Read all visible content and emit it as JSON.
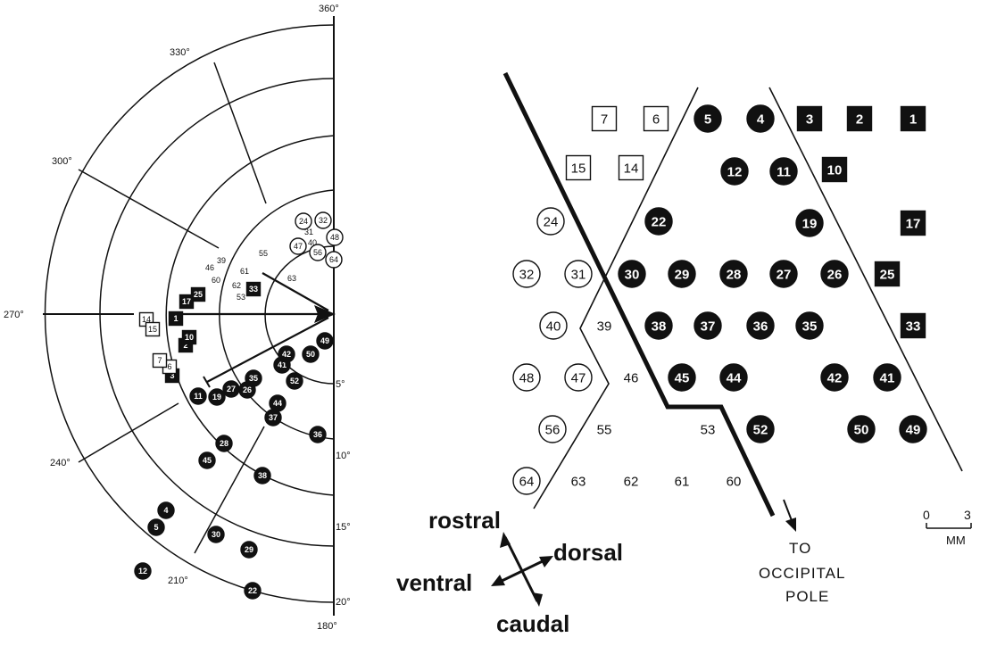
{
  "polar_plot": {
    "angle_labels": [
      "360°",
      "330°",
      "300°",
      "270°",
      "240°",
      "210°",
      "180°"
    ],
    "eccentricity_labels": [
      "5°",
      "10°",
      "15°",
      "20°"
    ],
    "points": [
      {
        "id": "1",
        "type": "filled-square"
      },
      {
        "id": "2",
        "type": "filled-square"
      },
      {
        "id": "3",
        "type": "filled-square"
      },
      {
        "id": "4",
        "type": "filled-circle"
      },
      {
        "id": "5",
        "type": "filled-circle"
      },
      {
        "id": "6",
        "type": "open-square"
      },
      {
        "id": "7",
        "type": "open-square"
      },
      {
        "id": "10",
        "type": "filled-square"
      },
      {
        "id": "11",
        "type": "filled-circle"
      },
      {
        "id": "12",
        "type": "filled-circle"
      },
      {
        "id": "14",
        "type": "open-square"
      },
      {
        "id": "15",
        "type": "open-square"
      },
      {
        "id": "17",
        "type": "filled-square"
      },
      {
        "id": "19",
        "type": "filled-circle"
      },
      {
        "id": "22",
        "type": "filled-circle"
      },
      {
        "id": "24",
        "type": "open-circle"
      },
      {
        "id": "25",
        "type": "filled-square"
      },
      {
        "id": "26",
        "type": "filled-circle"
      },
      {
        "id": "27",
        "type": "filled-circle"
      },
      {
        "id": "28",
        "type": "filled-circle"
      },
      {
        "id": "29",
        "type": "filled-circle"
      },
      {
        "id": "30",
        "type": "filled-circle"
      },
      {
        "id": "31",
        "type": "plain"
      },
      {
        "id": "32",
        "type": "open-circle"
      },
      {
        "id": "33",
        "type": "filled-square"
      },
      {
        "id": "35",
        "type": "filled-circle"
      },
      {
        "id": "36",
        "type": "filled-circle"
      },
      {
        "id": "37",
        "type": "filled-circle"
      },
      {
        "id": "38",
        "type": "filled-circle"
      },
      {
        "id": "39",
        "type": "plain"
      },
      {
        "id": "40",
        "type": "plain"
      },
      {
        "id": "41",
        "type": "filled-circle"
      },
      {
        "id": "42",
        "type": "filled-circle"
      },
      {
        "id": "44",
        "type": "filled-circle"
      },
      {
        "id": "45",
        "type": "filled-circle"
      },
      {
        "id": "46",
        "type": "plain"
      },
      {
        "id": "47",
        "type": "open-circle"
      },
      {
        "id": "48",
        "type": "open-circle"
      },
      {
        "id": "49",
        "type": "filled-circle"
      },
      {
        "id": "50",
        "type": "filled-circle"
      },
      {
        "id": "52",
        "type": "filled-circle"
      },
      {
        "id": "53",
        "type": "plain"
      },
      {
        "id": "55",
        "type": "plain"
      },
      {
        "id": "56",
        "type": "open-circle"
      },
      {
        "id": "60",
        "type": "plain"
      },
      {
        "id": "61",
        "type": "plain"
      },
      {
        "id": "62",
        "type": "plain"
      },
      {
        "id": "63",
        "type": "plain"
      },
      {
        "id": "64",
        "type": "open-circle"
      }
    ]
  },
  "cortical_map": {
    "sites": [
      {
        "id": "7",
        "type": "open-square"
      },
      {
        "id": "6",
        "type": "open-square"
      },
      {
        "id": "5",
        "type": "filled-circle"
      },
      {
        "id": "4",
        "type": "filled-circle"
      },
      {
        "id": "3",
        "type": "filled-square"
      },
      {
        "id": "2",
        "type": "filled-square"
      },
      {
        "id": "1",
        "type": "filled-square"
      },
      {
        "id": "15",
        "type": "open-square"
      },
      {
        "id": "14",
        "type": "open-square"
      },
      {
        "id": "12",
        "type": "filled-circle"
      },
      {
        "id": "11",
        "type": "filled-circle"
      },
      {
        "id": "10",
        "type": "filled-square"
      },
      {
        "id": "24",
        "type": "open-circle"
      },
      {
        "id": "22",
        "type": "filled-circle"
      },
      {
        "id": "19",
        "type": "filled-circle"
      },
      {
        "id": "17",
        "type": "filled-square"
      },
      {
        "id": "32",
        "type": "open-circle"
      },
      {
        "id": "31",
        "type": "open-circle"
      },
      {
        "id": "30",
        "type": "filled-circle"
      },
      {
        "id": "29",
        "type": "filled-circle"
      },
      {
        "id": "28",
        "type": "filled-circle"
      },
      {
        "id": "27",
        "type": "filled-circle"
      },
      {
        "id": "26",
        "type": "filled-circle"
      },
      {
        "id": "25",
        "type": "filled-square"
      },
      {
        "id": "40",
        "type": "open-circle"
      },
      {
        "id": "39",
        "type": "plain"
      },
      {
        "id": "38",
        "type": "filled-circle"
      },
      {
        "id": "37",
        "type": "filled-circle"
      },
      {
        "id": "36",
        "type": "filled-circle"
      },
      {
        "id": "35",
        "type": "filled-circle"
      },
      {
        "id": "33",
        "type": "filled-square"
      },
      {
        "id": "48",
        "type": "open-circle"
      },
      {
        "id": "47",
        "type": "open-circle"
      },
      {
        "id": "46",
        "type": "plain"
      },
      {
        "id": "45",
        "type": "filled-circle"
      },
      {
        "id": "44",
        "type": "filled-circle"
      },
      {
        "id": "42",
        "type": "filled-circle"
      },
      {
        "id": "41",
        "type": "filled-circle"
      },
      {
        "id": "56",
        "type": "open-circle"
      },
      {
        "id": "55",
        "type": "plain"
      },
      {
        "id": "53",
        "type": "plain"
      },
      {
        "id": "52",
        "type": "filled-circle"
      },
      {
        "id": "50",
        "type": "filled-circle"
      },
      {
        "id": "49",
        "type": "filled-circle"
      },
      {
        "id": "64",
        "type": "open-circle"
      },
      {
        "id": "63",
        "type": "plain"
      },
      {
        "id": "62",
        "type": "plain"
      },
      {
        "id": "61",
        "type": "plain"
      },
      {
        "id": "60",
        "type": "plain"
      }
    ],
    "orientation": {
      "rostral": "rostral",
      "dorsal": "dorsal",
      "ventral": "ventral",
      "caudal": "caudal"
    },
    "occipital_label": [
      "TO",
      "OCCIPITAL",
      "POLE"
    ],
    "scale_bar": {
      "min": "0",
      "max": "3",
      "unit": "MM"
    }
  }
}
